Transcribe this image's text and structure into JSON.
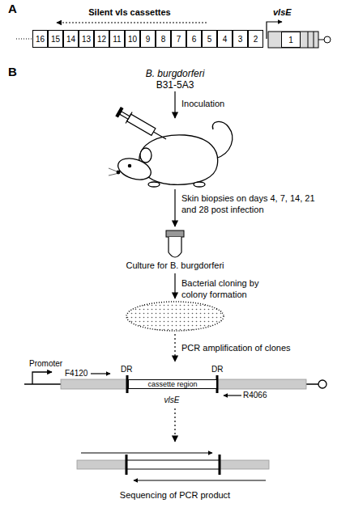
{
  "diagram": {
    "nodes": [
      {
        "text": [
          "16"
        ]
      },
      {
        "text": [
          "15"
        ]
      },
      {
        "text": [
          "14"
        ]
      },
      {
        "text": [
          "13"
        ]
      },
      {
        "text": [
          "12"
        ]
      },
      {
        "text": [
          "11"
        ]
      },
      {
        "text": [
          "10"
        ]
      },
      {
        "text": [
          "9"
        ]
      },
      {
        "text": [
          "8"
        ]
      },
      {
        "text": [
          "7"
        ]
      },
      {
        "text": [
          "6"
        ]
      },
      {
        "text": [
          "5"
        ]
      },
      {
        "text": [
          "4"
        ]
      },
      {
        "text": [
          "3"
        ]
      },
      {
        "text": [
          "2"
        ]
      },
      {
        "text": [
          "1"
        ]
      },
      {
        "text": [
          "cassette region"
        ]
      }
    ],
    "labels": [
      "A",
      "Silent vls cassettes",
      "vlsE",
      "B",
      "B. burgdorferi",
      "B31-5A3",
      "Inoculation",
      "Skin biopsies on days 4, 7, 14, 21 and 28 post infection",
      "Culture for B. burgdorferi",
      "Bacterial cloning by colony formation",
      "PCR amplification of clones",
      "Promoter",
      "F4120",
      "DR",
      "DR",
      "vlsE",
      "R4066",
      "Sequencing of PCR product"
    ]
  }
}
